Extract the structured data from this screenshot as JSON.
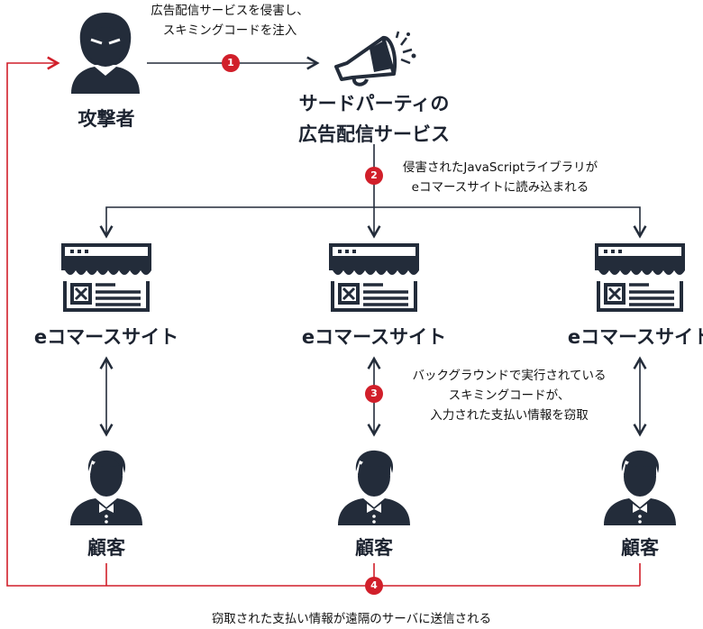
{
  "colors": {
    "dark": "#232c3a",
    "accent": "#d11f2a"
  },
  "attacker": {
    "label": "攻撃者",
    "icon": "attacker-icon"
  },
  "ad_service": {
    "label_lines": [
      "サードパーティの",
      "広告配信サービス"
    ],
    "icon": "megaphone-icon"
  },
  "sites": [
    {
      "label": "eコマースサイト"
    },
    {
      "label": "eコマースサイト"
    },
    {
      "label": "eコマースサイト"
    }
  ],
  "customers": [
    {
      "label": "顧客"
    },
    {
      "label": "顧客"
    },
    {
      "label": "顧客"
    }
  ],
  "steps": [
    {
      "number": "1",
      "lines": [
        "広告配信サービスを侵害し、",
        "スキミングコードを注入"
      ]
    },
    {
      "number": "2",
      "lines": [
        "侵害されたJavaScriptライブラリが",
        "eコマースサイトに読み込まれる"
      ]
    },
    {
      "number": "3",
      "lines": [
        "バックグラウンドで実行されている",
        "スキミングコードが、",
        "入力された支払い情報を窃取"
      ]
    },
    {
      "number": "4",
      "lines": [
        "窃取された支払い情報が遠隔のサーバに送信される"
      ]
    }
  ]
}
